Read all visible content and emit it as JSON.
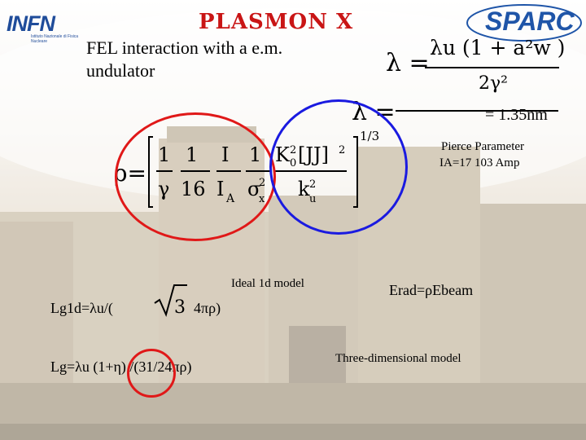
{
  "header": {
    "title": "PLASMON X",
    "logo_left_text": "INFN",
    "logo_left_subtext": "Istituto Nazionale di Fisica Nucleare",
    "logo_right_text": "SPARC"
  },
  "intro": {
    "line1": "FEL interaction with a e.m.",
    "line2": "undulator"
  },
  "resonance": {
    "lhs": "λ =",
    "numerator": "λu (1 + a²w )",
    "denominator": "2γ²",
    "lhs2": "λ =",
    "value": "= 1.35nm"
  },
  "pierce": {
    "lhs": "ρ=",
    "exponent": "1/3",
    "label": "Pierce Parameter",
    "ia_line": "IA=17 103 Amp"
  },
  "gain": {
    "model_1d": "Ideal 1d model",
    "lg1d": "Lg1d=λu/(",
    "lg1d_tail": "4πρ)",
    "lg3d": "Lg=λu (1+η) /(31/24πρ)",
    "erad": "Erad=ρEbeam",
    "model_3d": "Three-dimensional model"
  },
  "colors": {
    "title": "#c91515",
    "red_circle": "#e01818",
    "blue_circle": "#1a1ae0",
    "logo_blue": "#1f55a8"
  }
}
